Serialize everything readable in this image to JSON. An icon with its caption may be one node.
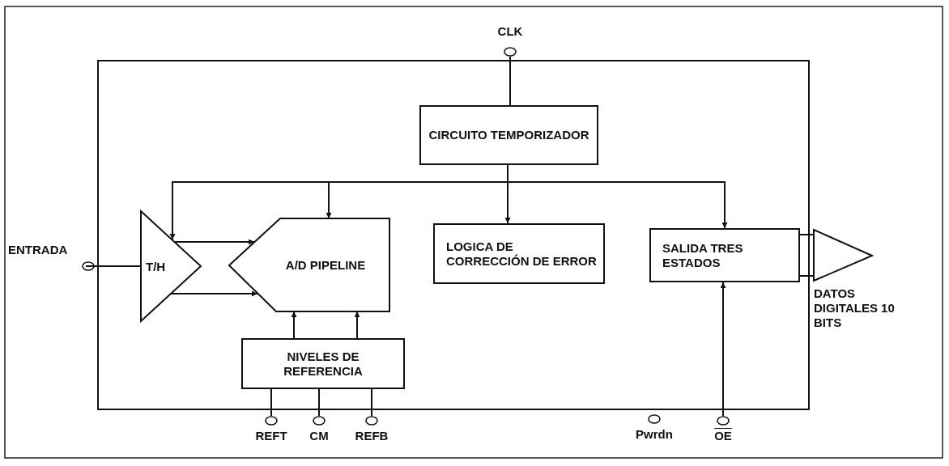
{
  "diagram": {
    "nodes": [
      {
        "text": [],
        "shape": "box"
      },
      {
        "text": [
          "CIRCUITO TEMPORIZADOR"
        ],
        "in": 0
      },
      {
        "text": [
          "T/H"
        ],
        "in": 0
      },
      {
        "text": [
          "A/D PIPELINE"
        ],
        "in": 0
      },
      {
        "text": [
          "LOGICA DE CORRECCIÓN DE ERROR"
        ],
        "in": 0
      },
      {
        "text": [
          "SALIDA TRES ESTADOS"
        ],
        "in": 0
      },
      {
        "text": [
          "NIVELES DE REFERENCIA"
        ],
        "in": 0
      },
      {
        "text": [
          "CLK"
        ]
      },
      {
        "text": [
          "ENTRADA"
        ]
      },
      {
        "text": [
          "REFT"
        ]
      },
      {
        "text": [
          "CM"
        ]
      },
      {
        "text": [
          "REFB"
        ]
      },
      {
        "text": [
          "Pwrdn"
        ]
      },
      {
        "text": [
          "OE"
        ]
      },
      {
        "text": [
          "DATOS DIGITALES 10 BITS"
        ]
      }
    ],
    "edges": [
      {
        "from": 7,
        "to": 1,
        "arrow": "none"
      },
      {
        "from": 1,
        "to": 2,
        "arrow": "to"
      },
      {
        "from": 1,
        "to": 3,
        "arrow": "to"
      },
      {
        "from": 1,
        "to": 4,
        "arrow": "to"
      },
      {
        "from": 1,
        "to": 5,
        "arrow": "to"
      },
      {
        "from": 8,
        "to": 2,
        "arrow": "none"
      },
      {
        "from": 2,
        "to": 3,
        "arrow": "to"
      },
      {
        "from": 2,
        "to": 3,
        "arrow": "to"
      },
      {
        "from": 6,
        "to": 3,
        "arrow": "to"
      },
      {
        "from": 6,
        "to": 3,
        "arrow": "to"
      },
      {
        "from": 9,
        "to": 6,
        "arrow": "none"
      },
      {
        "from": 10,
        "to": 6,
        "arrow": "none"
      },
      {
        "from": 11,
        "to": 6,
        "arrow": "none"
      },
      {
        "from": 13,
        "to": 5,
        "arrow": "to"
      },
      {
        "from": 5,
        "to": 14,
        "arrow": "none"
      },
      {
        "from": 5,
        "to": 14,
        "arrow": "none"
      }
    ]
  }
}
